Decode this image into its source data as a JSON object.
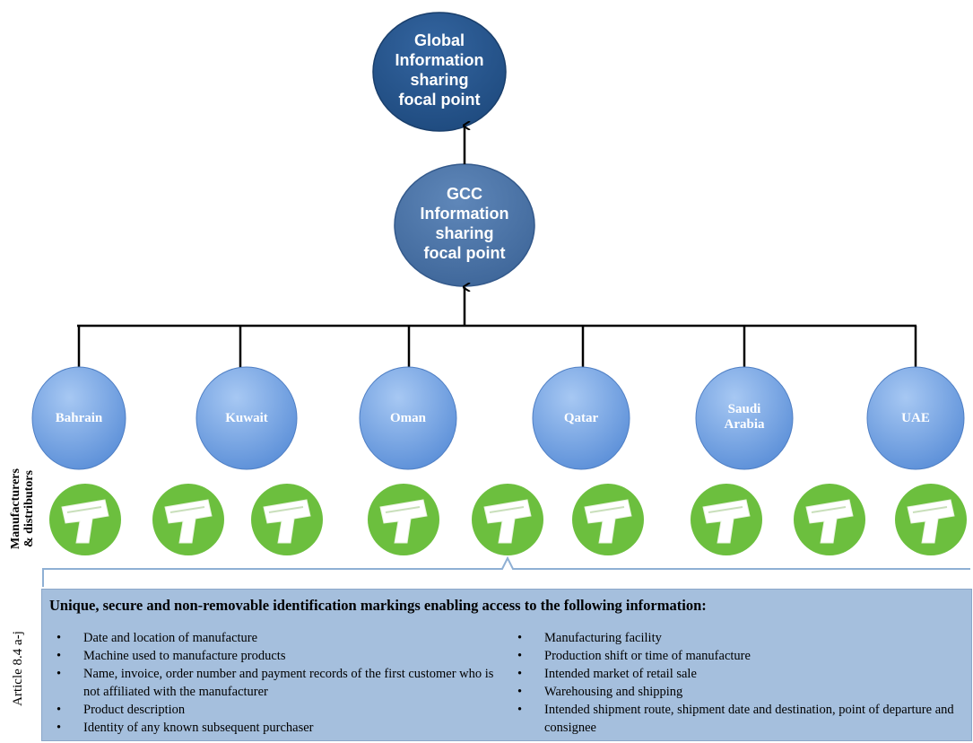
{
  "global_node": {
    "label": "Global\nInformation\nsharing\nfocal point",
    "color": "#255387"
  },
  "gcc_node": {
    "label": "GCC\nInformation\nsharing\nfocal point",
    "color": "#4b73a6"
  },
  "countries": [
    {
      "name": "Bahrain"
    },
    {
      "name": "Kuwait"
    },
    {
      "name": "Oman"
    },
    {
      "name": "Qatar"
    },
    {
      "name": "Saudi\nArabia"
    },
    {
      "name": "UAE"
    }
  ],
  "country_color": "#6a9ee3",
  "manufacturer_icon": {
    "name": "manufacturer-scanner-icon",
    "count": 9,
    "color": "#6cbf3e"
  },
  "side_labels": {
    "manufacturers": "Manufacturers\n& distributors",
    "article": "Article 8.4 a-j"
  },
  "info": {
    "title": "Unique, secure and non-removable identification markings enabling access to the  following information:",
    "left_items": [
      "Date  and location  of manufacture",
      "Machine used to manufacture products",
      "Name, invoice,  order  number and payment records of the  first customer who  is not affiliated  with  the manufacturer",
      "Product description",
      "Identity of any known subsequent purchaser"
    ],
    "right_items": [
      "Manufacturing  facility",
      "Production shift  or time  of manufacture",
      "Intended market of retail sale",
      "Warehousing and shipping",
      "Intended shipment route, shipment date and destination, point of departure and consignee"
    ]
  }
}
